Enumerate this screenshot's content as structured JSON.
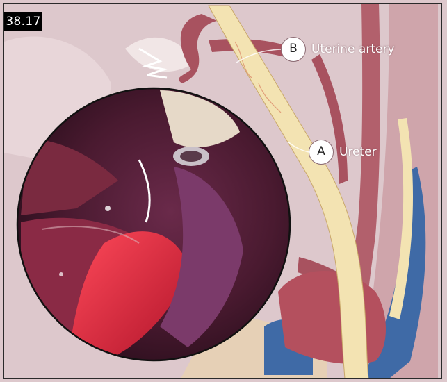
{
  "figure": {
    "number": "38.17"
  },
  "callouts": [
    {
      "letter": "B",
      "label": "Uterine artery"
    },
    {
      "letter": "A",
      "label": "Ureter"
    }
  ],
  "colors": {
    "background": "#ddc8cc",
    "artery": "#a8525f",
    "ureter": "#f3e3b2",
    "vein": "#3f6aa6",
    "tissue": "#c99aa2",
    "photo_border": "#111111"
  }
}
